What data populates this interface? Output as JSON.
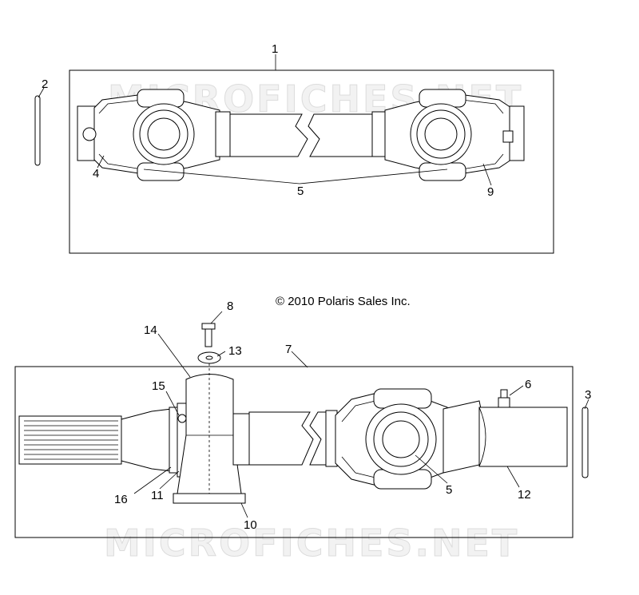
{
  "copyright": "© 2010 Polaris Sales Inc.",
  "watermark": "MICROFICHES.NET",
  "callouts": {
    "c1": "1",
    "c2": "2",
    "c3": "3",
    "c4": "4",
    "c5a": "5",
    "c5b": "5",
    "c6": "6",
    "c7": "7",
    "c8": "8",
    "c9": "9",
    "c10": "10",
    "c11": "11",
    "c12": "12",
    "c13": "13",
    "c14": "14",
    "c15": "15",
    "c16": "16"
  }
}
